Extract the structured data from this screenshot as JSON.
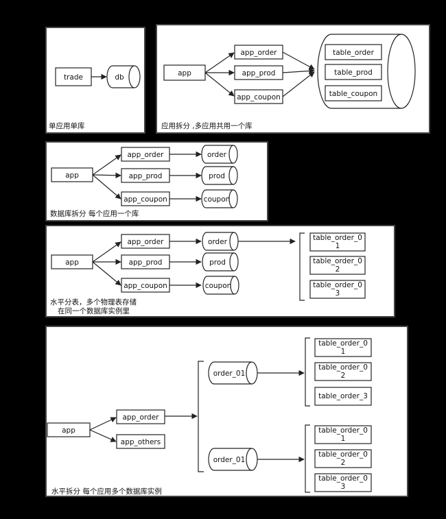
{
  "panels": {
    "p1": {
      "caption": "单应用单库",
      "trade": "trade",
      "db": "db"
    },
    "p2": {
      "caption": "应用拆分 ,多应用共用一个库",
      "app": "app",
      "app_order": "app_order",
      "app_prod": "app_prod",
      "app_coupon": "app_coupon",
      "table_order": "table_order",
      "table_prod": "table_prod",
      "table_coupon": "table_coupon"
    },
    "p3": {
      "caption": "数据库拆分 每个应用一个库",
      "app": "app",
      "app_order": "app_order",
      "app_prod": "app_prod",
      "app_coupon": "app_coupon",
      "order": "order",
      "prod": "prod",
      "coupon": "coupon"
    },
    "p4": {
      "caption_line1": "水平分表，多个物理表存储",
      "caption_line2": "在同一个数据库实例里",
      "app": "app",
      "app_order": "app_order",
      "app_prod": "app_prod",
      "app_coupon": "app_coupon",
      "order": "order",
      "prod": "prod",
      "coupon": "coupon",
      "t1a": "table_order_0",
      "t1b": "1",
      "t2a": "table_order_0",
      "t2b": "2",
      "t3a": "table_order_0",
      "t3b": "3"
    },
    "p5": {
      "caption": "水平拆分 每个应用多个数据库实例",
      "app": "app",
      "app_order": "app_order",
      "app_others": "app_others",
      "db1": "order_01",
      "db2": "order_01",
      "a1a": "table_order_0",
      "a1b": "1",
      "a2a": "table_order_0",
      "a2b": "2",
      "a3": "table_order_3",
      "b1a": "table_order_0",
      "b1b": "1",
      "b2a": "table_order_0",
      "b2b": "2",
      "b3a": "table_order_0",
      "b3b": "3"
    }
  }
}
